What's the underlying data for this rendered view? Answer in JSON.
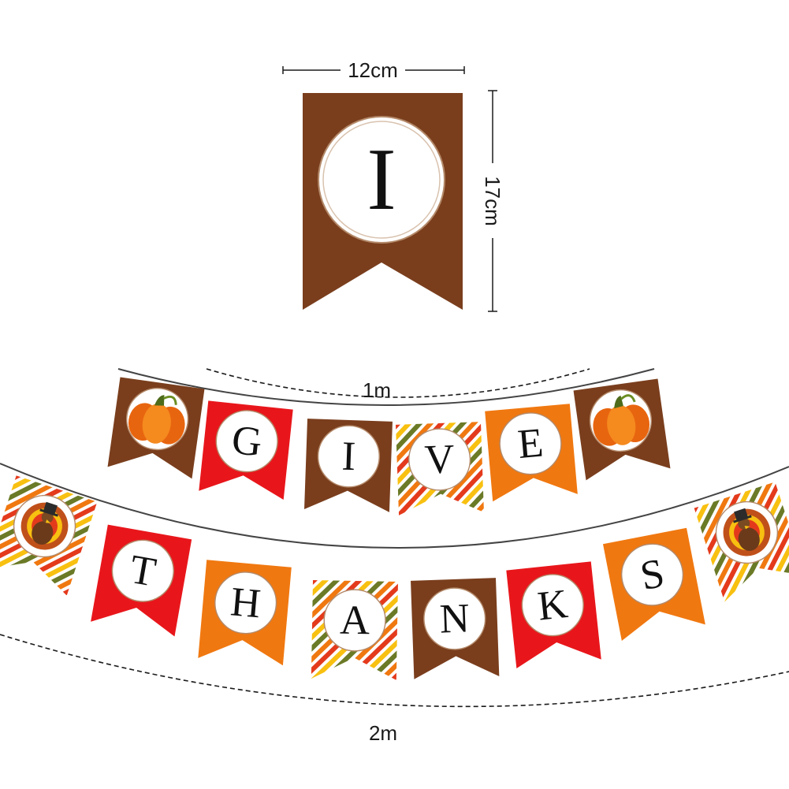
{
  "sample_flag": {
    "letter": "I",
    "width_label": "12cm",
    "height_label": "17cm"
  },
  "dimensions": {
    "top_length": "1m",
    "bottom_length": "2m"
  },
  "colors": {
    "brown": "#7a3e1d",
    "red": "#e8161b",
    "orange": "#f07810",
    "stripe_red": "#e43a1c",
    "stripe_yellow": "#f8c010",
    "stripe_green": "#6b7a26",
    "stripe_orange": "#f07810"
  },
  "top_row": [
    {
      "kind": "pumpkin-icon",
      "color": "brown"
    },
    {
      "letter": "G",
      "color": "red"
    },
    {
      "letter": "I",
      "color": "brown"
    },
    {
      "letter": "V",
      "color": "stripe"
    },
    {
      "letter": "E",
      "color": "orange"
    },
    {
      "kind": "pumpkin-icon",
      "color": "brown"
    }
  ],
  "bottom_row": [
    {
      "kind": "turkey-icon",
      "color": "stripe"
    },
    {
      "letter": "T",
      "color": "red"
    },
    {
      "letter": "H",
      "color": "orange"
    },
    {
      "letter": "A",
      "color": "stripe"
    },
    {
      "letter": "N",
      "color": "brown"
    },
    {
      "letter": "K",
      "color": "red"
    },
    {
      "letter": "S",
      "color": "orange"
    },
    {
      "kind": "turkey-icon",
      "color": "stripe"
    }
  ]
}
